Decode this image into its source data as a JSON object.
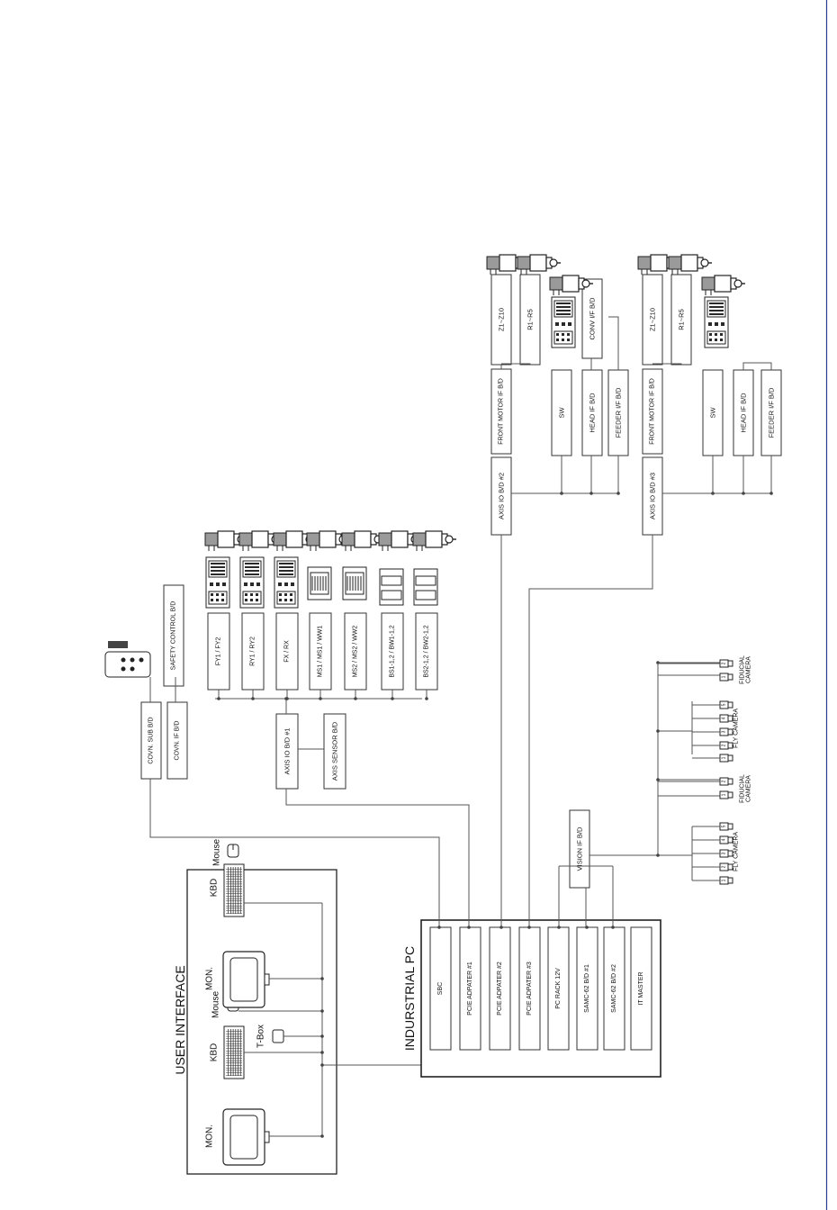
{
  "ui": {
    "title": "USER INTERFACE",
    "mon1": "MON.",
    "kbd1": "KBD",
    "mouse1": "Mouse",
    "tbox": "T-Box",
    "mon2": "MON.",
    "kbd2": "KBD",
    "mouse2": "Mouse"
  },
  "pc": {
    "title": "INDURSTRIAL PC",
    "slots": [
      "SBC",
      "PCIE ADPATER #1",
      "PCIE ADPATER #2",
      "PCIE ADPATER #3",
      "PC RACK 12V",
      "SAMC-62 B/D #1",
      "SAMC-62 B/D #2",
      "IT MASTER"
    ]
  },
  "conv": {
    "sub": "COVN. SUB B/D",
    "iface": "COVN. IF B/D",
    "safety": "SAFETY CONTROL B/D"
  },
  "axis1": {
    "board": "AXIS IO B/D #1",
    "sensor": "AXIS SENSOR B/D",
    "branches": [
      "FY1 / FY2",
      "RY1 / RY2",
      "FX / RX",
      "MS1 / MS1 / WW1",
      "MS2 / MS2 / WW2",
      "BS1-1,2 / BW1-1,2",
      "BS2-1,2 / BW2-1,2"
    ]
  },
  "axis2": {
    "board": "AXIS IO B/D #2",
    "front_motor": "FRONT MOTOR IF B/D",
    "z": "Z1~Z10",
    "r": "R1~R5",
    "sw": "SW",
    "head": "HEAD IF B/D",
    "feeder": "FEEDER I/F B/D",
    "conv": "CONV I/F B/D"
  },
  "axis3": {
    "board": "AXIS IO B/D #3",
    "front_motor": "FRONT MOTOR IF B/D",
    "z": "Z1~Z10",
    "r": "R1~R5",
    "sw": "SW",
    "head": "HEAD IF B/D",
    "feeder": "FEEDER I/F B/D"
  },
  "vision": {
    "board": "VISION IF B/D",
    "fly_camera": "FLY CAMERA",
    "fiducial_camera": "FIDUCIAL\nCAMERA",
    "fly_ports": [
      "1",
      "2",
      "3",
      "4",
      "5"
    ],
    "fid_ports": [
      "1",
      "2"
    ]
  }
}
